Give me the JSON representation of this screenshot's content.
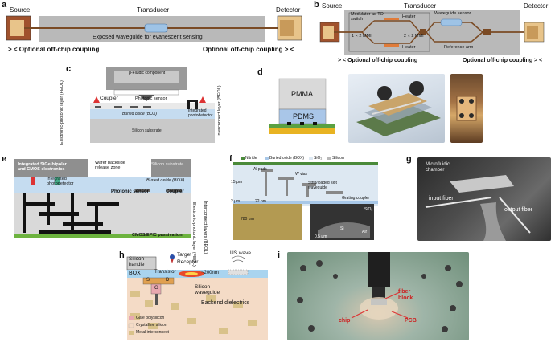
{
  "panels": {
    "a": {
      "label": "a",
      "source": "Source",
      "transducer": "Transducer",
      "detector": "Detector",
      "waveguide_caption": "Exposed waveguide for evanescent sensing",
      "left_coupling": "> < Optional off-chip coupling",
      "right_coupling": "Optional off-chip coupling > <"
    },
    "b": {
      "label": "b",
      "source": "Source",
      "transducer": "Transducer",
      "detector": "Detector",
      "modulator": "Modulator as TO switch",
      "heater_top": "Heater",
      "heater_bottom": "Heater",
      "mmi1": "1 × 2 MMI",
      "mmi2": "2 × 2 MMI",
      "waveguide_sensor": "Waveguide sensor",
      "reference_arm": "Reference arm",
      "left_coupling": "> < Optional off-chip coupling",
      "right_coupling": "Optional off-chip coupling > <"
    },
    "c": {
      "label": "c",
      "component": "μ-Fluidic component",
      "electronic_layer": "Electronic-photonic layer (FEOL)",
      "interconnect_layer": "Interconnect layer (BEOL)",
      "coupler": "Coupler",
      "photonic_sensor": "Photonic sensor",
      "integrated_photodetector": "Integrated photodetector",
      "box": "Buried oxide (BOX)",
      "substrate": "Silicon substrate"
    },
    "d": {
      "label": "d",
      "pmma": "PMMA",
      "pdms": "PDMS"
    },
    "e": {
      "label": "e",
      "electronics": "Integrated SiGe-bipolar and CMOS electronics",
      "release_zone": "Wafer backside release zone",
      "substrate": "Silicon substrate",
      "photodetector": "Integrated photodetector",
      "box": "Buried oxide (BOX)",
      "photonic_sensor": "Photonic sensor",
      "coupler": "Coupler",
      "electronic_layer": "Electronic-photonic layer (FEOL)",
      "interconnect_layer": "Interconnect layers (BEOL)",
      "passivation": "CMOS/EPIC passivation"
    },
    "f": {
      "label": "f",
      "legend": [
        "Nitride",
        "Buried oxide (BOX)",
        "SiO₂",
        "Silicon"
      ],
      "al_pads": "Al pads",
      "w_vias": "W vias",
      "slot_waveguide": "Strip/loaded slot waveguide",
      "grating_coupler": "Grating coupler",
      "dim_15": "15 μm",
      "dim_2": "2 μm",
      "dim_780": "780 μm",
      "dim_22": "22 nm",
      "dim_scale": "0.5 μm",
      "sio2": "SiO₂",
      "si": "Si",
      "air": "Air"
    },
    "g": {
      "label": "g",
      "chamber": "Microfluidic chamber",
      "input_fiber": "input fiber",
      "output_fiber": "output fiber"
    },
    "h": {
      "label": "h",
      "silicon_handle": "Silicon handle",
      "target": "Target",
      "receptor": "Receptor",
      "us_wave": "US wave",
      "box": "BOX",
      "transistor": "Transistor",
      "dim": "~200nm",
      "s": "S",
      "d": "D",
      "g": "G",
      "silicon_waveguide": "Silicon waveguide",
      "backend": "Backend dielectrics",
      "legend": [
        "Gate polysilicon",
        "Crystalline silicon",
        "Metal interconnect"
      ]
    },
    "i": {
      "label": "i",
      "fiber_block": "fiber block",
      "chip": "chip",
      "pcb": "PCB"
    }
  },
  "colors": {
    "chip_gray": "#b9b9b9",
    "waveguide": "#7a4a24",
    "source_brown": "#a0522d",
    "detector_tan": "#e8c48a",
    "sensor_blue": "#9ec3e6",
    "box_blue": "#c5dcf0",
    "silicon_gray": "#c9c9c9",
    "metal_black": "#1a1a1a",
    "green": "#6db33f"
  }
}
